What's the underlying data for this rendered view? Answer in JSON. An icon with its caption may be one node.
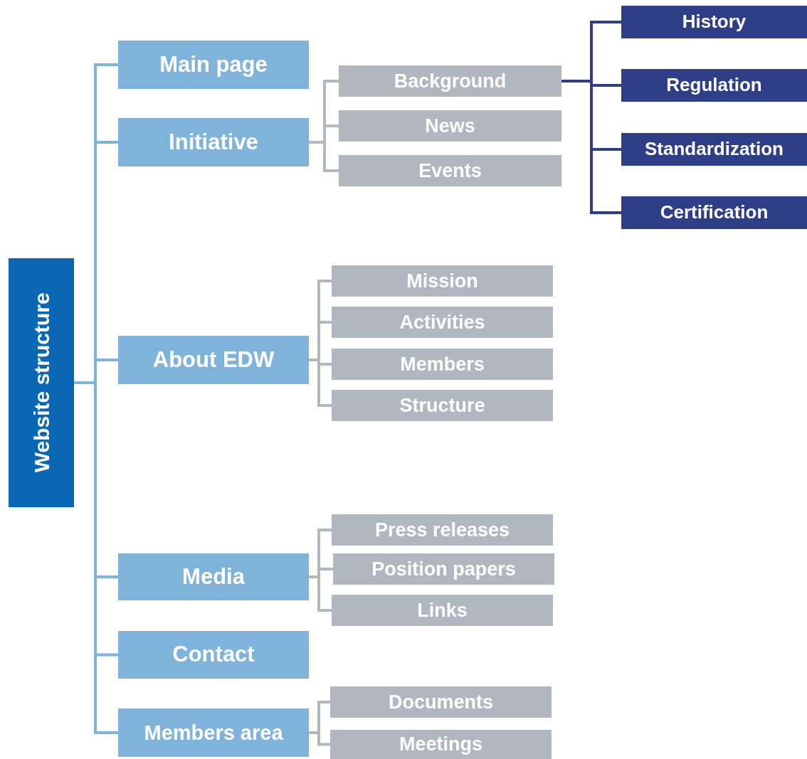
{
  "diagram": {
    "nodes": [
      {
        "text": [
          "Website structure"
        ]
      },
      {
        "text": [
          "Main page"
        ]
      },
      {
        "text": [
          "Initiative"
        ]
      },
      {
        "text": [
          "About EDW"
        ]
      },
      {
        "text": [
          "Media"
        ]
      },
      {
        "text": [
          "Contact"
        ]
      },
      {
        "text": [
          "Members area"
        ]
      },
      {
        "text": [
          "Background"
        ]
      },
      {
        "text": [
          "News"
        ]
      },
      {
        "text": [
          "Events"
        ]
      },
      {
        "text": [
          "History"
        ]
      },
      {
        "text": [
          "Regulation"
        ]
      },
      {
        "text": [
          "Standardization"
        ]
      },
      {
        "text": [
          "Certification"
        ]
      },
      {
        "text": [
          "Mission"
        ]
      },
      {
        "text": [
          "Activities"
        ]
      },
      {
        "text": [
          "Members"
        ]
      },
      {
        "text": [
          "Structure"
        ]
      },
      {
        "text": [
          "Press releases"
        ]
      },
      {
        "text": [
          "Position papers"
        ]
      },
      {
        "text": [
          "Links"
        ]
      },
      {
        "text": [
          "Documents"
        ]
      },
      {
        "text": [
          "Meetings"
        ]
      }
    ],
    "edges": [
      {
        "from": 0,
        "to": 1,
        "arrow": "none",
        "color": "#80b3da"
      },
      {
        "from": 0,
        "to": 2,
        "arrow": "none",
        "color": "#80b3da"
      },
      {
        "from": 0,
        "to": 3,
        "arrow": "none",
        "color": "#80b3da"
      },
      {
        "from": 0,
        "to": 4,
        "arrow": "none",
        "color": "#80b3da"
      },
      {
        "from": 0,
        "to": 5,
        "arrow": "none",
        "color": "#80b3da"
      },
      {
        "from": 0,
        "to": 6,
        "arrow": "none",
        "color": "#80b3da"
      },
      {
        "from": 2,
        "to": 7,
        "arrow": "none"
      },
      {
        "from": 2,
        "to": 8,
        "arrow": "none"
      },
      {
        "from": 2,
        "to": 9,
        "arrow": "none"
      },
      {
        "from": 7,
        "to": 10,
        "arrow": "none",
        "color": "#2e3f87"
      },
      {
        "from": 7,
        "to": 11,
        "arrow": "none",
        "color": "#2e3f87"
      },
      {
        "from": 7,
        "to": 12,
        "arrow": "none",
        "color": "#2e3f87"
      },
      {
        "from": 7,
        "to": 13,
        "arrow": "none",
        "color": "#2e3f87"
      },
      {
        "from": 3,
        "to": 14,
        "arrow": "none"
      },
      {
        "from": 3,
        "to": 15,
        "arrow": "none"
      },
      {
        "from": 3,
        "to": 16,
        "arrow": "none"
      },
      {
        "from": 3,
        "to": 17,
        "arrow": "none"
      },
      {
        "from": 4,
        "to": 18,
        "arrow": "none"
      },
      {
        "from": 4,
        "to": 19,
        "arrow": "none"
      },
      {
        "from": 4,
        "to": 20,
        "arrow": "none"
      },
      {
        "from": 6,
        "to": 21,
        "arrow": "none"
      },
      {
        "from": 6,
        "to": 22,
        "arrow": "none"
      }
    ]
  }
}
